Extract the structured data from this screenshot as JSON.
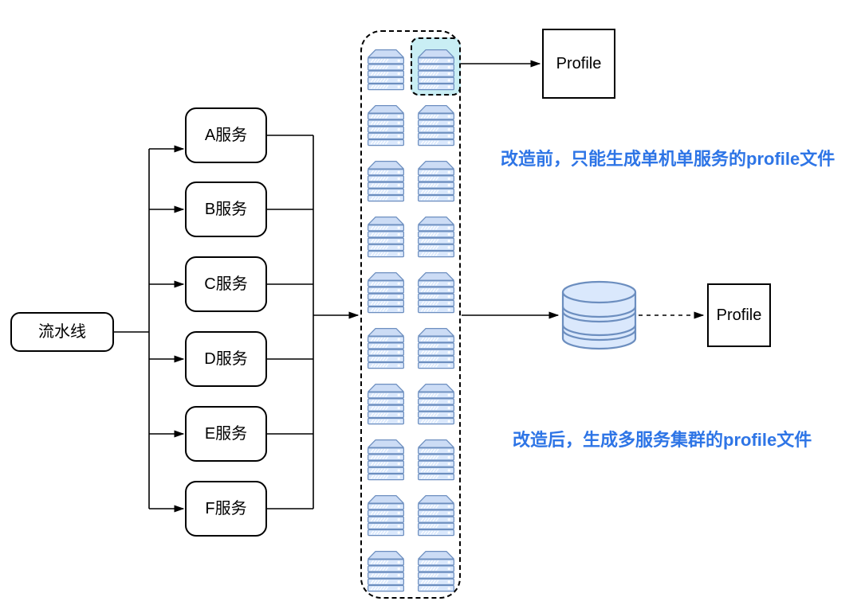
{
  "pipeline": {
    "label": "流水线"
  },
  "services": [
    {
      "label": "A服务"
    },
    {
      "label": "B服务"
    },
    {
      "label": "C服务"
    },
    {
      "label": "D服务"
    },
    {
      "label": "E服务"
    },
    {
      "label": "F服务"
    }
  ],
  "cluster": {
    "rows": 10,
    "columns": 2,
    "icon": "server-stack-icon",
    "highlighted": {
      "row": 1,
      "column": 2
    }
  },
  "profiles": {
    "top": {
      "label": "Profile"
    },
    "bottom": {
      "label": "Profile"
    }
  },
  "annotations": {
    "before": "改造前，只能生成单机单服务的profile文件",
    "after": "改造后，生成多服务集群的profile文件"
  },
  "colors": {
    "annotation_blue": "#2e75e6",
    "server_fill": "#dae8fc",
    "server_lid": "#ccdcf5",
    "server_stroke": "#6c8ebf",
    "highlight_fill": "#c9eef4",
    "line": "#000000"
  }
}
